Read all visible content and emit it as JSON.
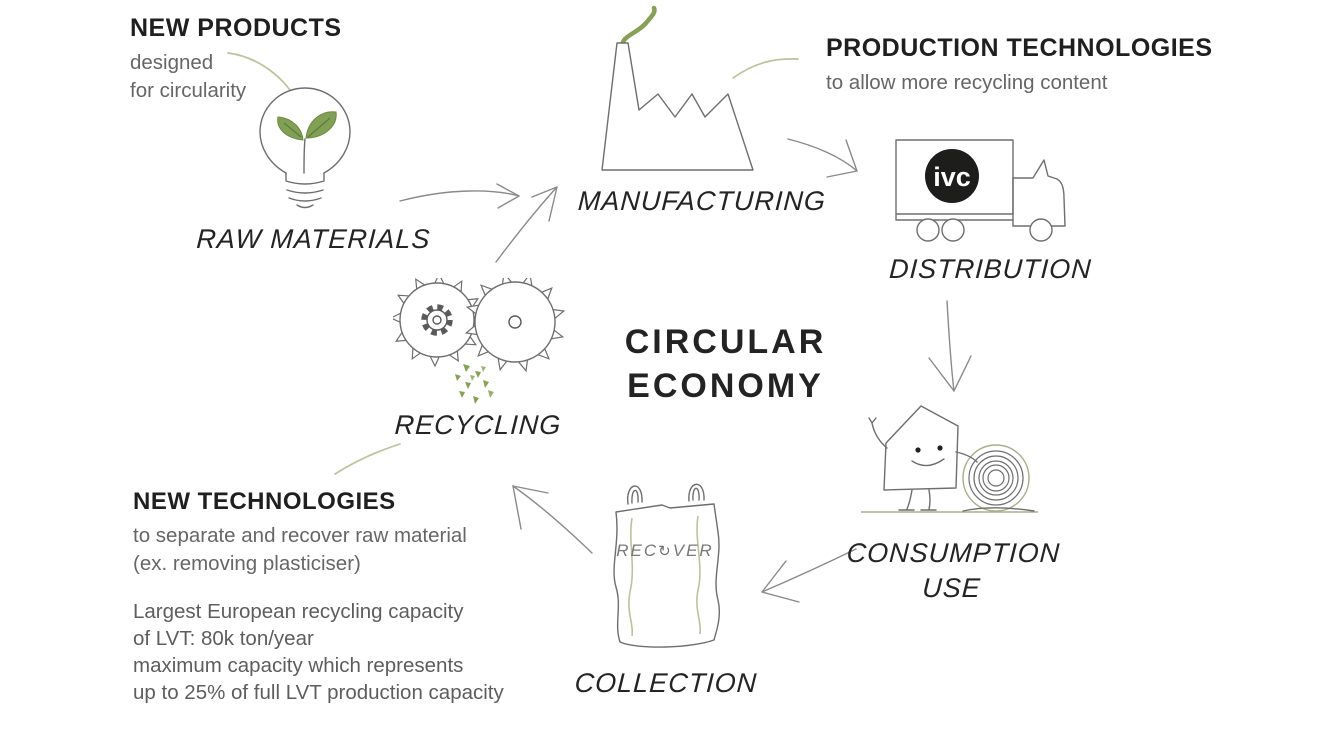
{
  "center_title": {
    "line1": "CIRCULAR",
    "line2": "ECONOMY"
  },
  "stages": {
    "raw_materials": "RAW MATERIALS",
    "manufacturing": "MANUFACTURING",
    "distribution": "DISTRIBUTION",
    "consumption_line1": "CONSUMPTION",
    "consumption_line2": "USE",
    "collection": "COLLECTION",
    "recycling": "RECYCLING"
  },
  "callouts": {
    "new_products": {
      "title": "NEW PRODUCTS",
      "lines": [
        "designed",
        "for circularity"
      ]
    },
    "production_technologies": {
      "title": "PRODUCTION TECHNOLOGIES",
      "lines": [
        "to allow more recycling content"
      ]
    },
    "new_technologies": {
      "title": "NEW TECHNOLOGIES",
      "lines": [
        "to separate and recover raw material",
        "(ex. removing plasticiser)"
      ]
    },
    "capacity_note": {
      "lines": [
        "Largest European recycling capacity",
        "of LVT: 80k ton/year",
        "maximum capacity which represents",
        "up to 25% of full LVT production capacity"
      ]
    }
  },
  "icons": {
    "truck_logo": "ivc",
    "bag_text_left": "REC",
    "bag_recycle_glyph": "↻",
    "bag_text_right": "VER"
  },
  "colors": {
    "ink": "#222222",
    "muted": "#666666",
    "green": "#85a155",
    "pale_green": "#bdc29c",
    "sketch": "#8a8a8a",
    "logo_bg": "#1d1d1b"
  }
}
